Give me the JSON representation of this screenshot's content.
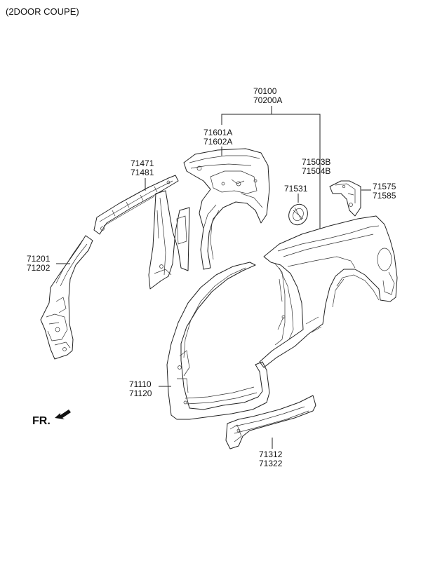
{
  "header": "(2DOOR COUPE)",
  "orientation_label": "FR.",
  "callouts": {
    "c70100": [
      "70100",
      "70200A"
    ],
    "c71601": [
      "71601A",
      "71602A"
    ],
    "c71471": [
      "71471",
      "71481"
    ],
    "c71503": [
      "71503B",
      "71504B"
    ],
    "c71531": [
      "71531"
    ],
    "c71575": [
      "71575",
      "71585"
    ],
    "c71201": [
      "71201",
      "71202"
    ],
    "c71110": [
      "71110",
      "71120"
    ],
    "c71312": [
      "71312",
      "71322"
    ]
  }
}
